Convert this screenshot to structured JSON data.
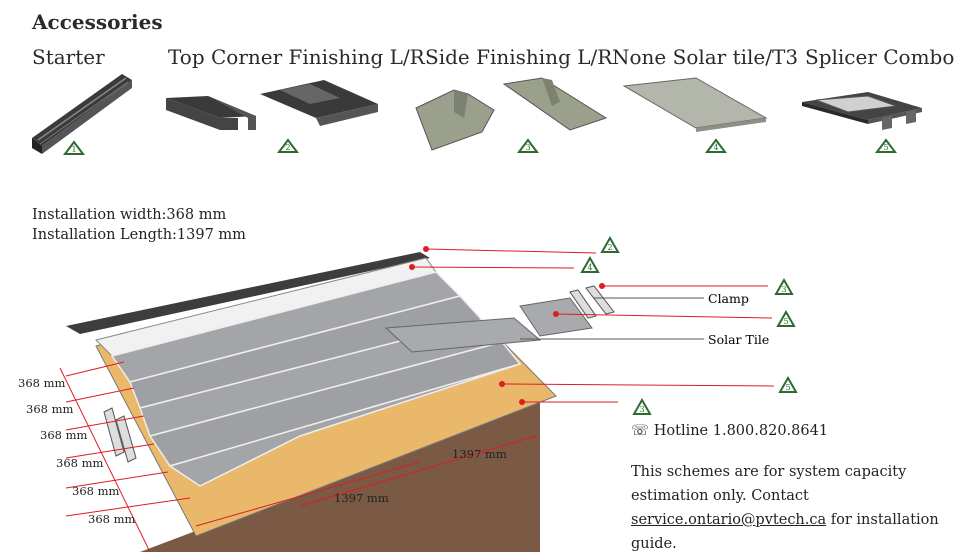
{
  "header": {
    "title": "Accessories"
  },
  "accessories": [
    {
      "name": "Starter",
      "badge": "1"
    },
    {
      "name": "Top Corner Finishing L/R",
      "badge": "2"
    },
    {
      "name": "Side Finishing L/R",
      "badge": "3"
    },
    {
      "name": "None Solar tile/T3",
      "badge": "4"
    },
    {
      "name": "Splicer Combo",
      "badge": "5"
    }
  ],
  "specs": {
    "width": "Installation width:368 mm",
    "length": "Installation Length:1397 mm"
  },
  "diagram": {
    "callouts": {
      "clamp": "Clamp",
      "solar_tile": "Solar Tile"
    },
    "callout_badges": [
      "2",
      "4",
      "3",
      "5",
      "5",
      "3"
    ],
    "row_dimension": "368 mm",
    "row_dimension_count": 6,
    "length_dimension": "1397 mm"
  },
  "contact": {
    "hotline": "☏ Hotline 1.800.820.8641",
    "note_prefix": "This schemes are for system capacity estimation only. Contact ",
    "email": "service.ontario@pvtech.ca",
    "note_suffix": " for installation guide."
  },
  "colors": {
    "marker_red": "#e01b24",
    "badge_green": "#2c6b2f",
    "tile_gray": "#9ea0a3",
    "deck_wood": "#e9b86b"
  }
}
